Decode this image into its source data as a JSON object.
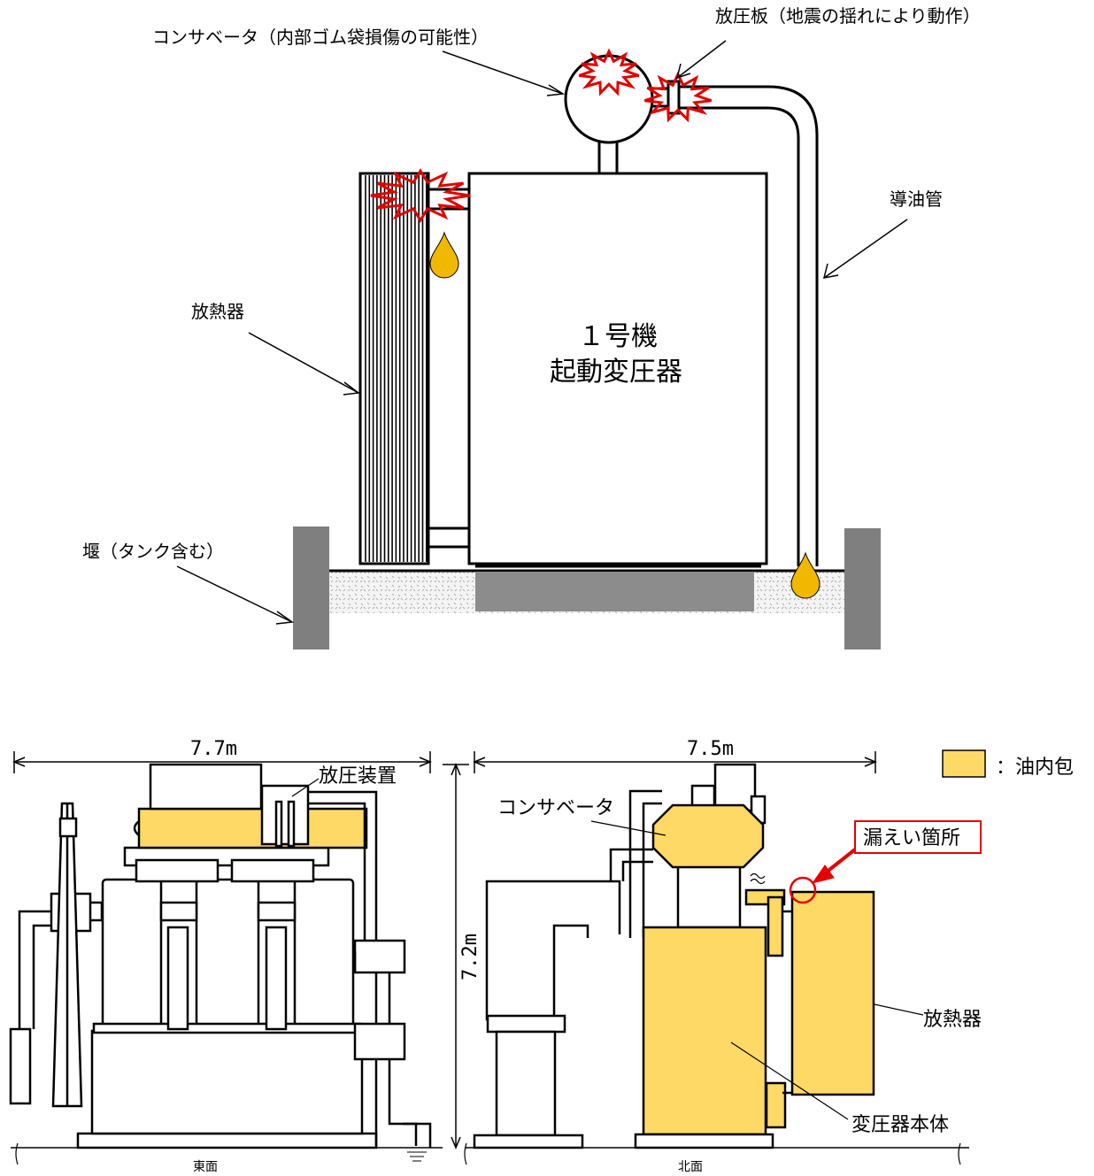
{
  "colors": {
    "oil": "#FFD966",
    "drop": "#F2B800",
    "damage": "#E00000",
    "wall": "#7F7F7F",
    "ground": "#8C8C8C",
    "gravel_bg": "#F4F4F4",
    "leak_marker": "#E60000"
  },
  "top_diagram": {
    "labels": {
      "conservator": "コンサベータ（内部ゴム袋損傷の可能性）",
      "relief_plate": "放圧板（地震の揺れにより動作）",
      "oil_pipe": "導油管",
      "radiator": "放熱器",
      "weir": "堰（タンク含む）",
      "transformer_line1": "１号機",
      "transformer_line2": "起動変圧器"
    }
  },
  "bottom_diagram": {
    "dimensions": {
      "east_width": "7.7m",
      "north_width": "7.5m",
      "height": "7.2m"
    },
    "labels": {
      "pressure_relief_device": "放圧装置",
      "conservator": "コンサベータ",
      "leak_location": "漏えい箇所",
      "radiator": "放熱器",
      "transformer_body": "変圧器本体",
      "east_face": "東面",
      "north_face": "北面"
    },
    "legend": {
      "oil_contained": "：油内包"
    }
  }
}
